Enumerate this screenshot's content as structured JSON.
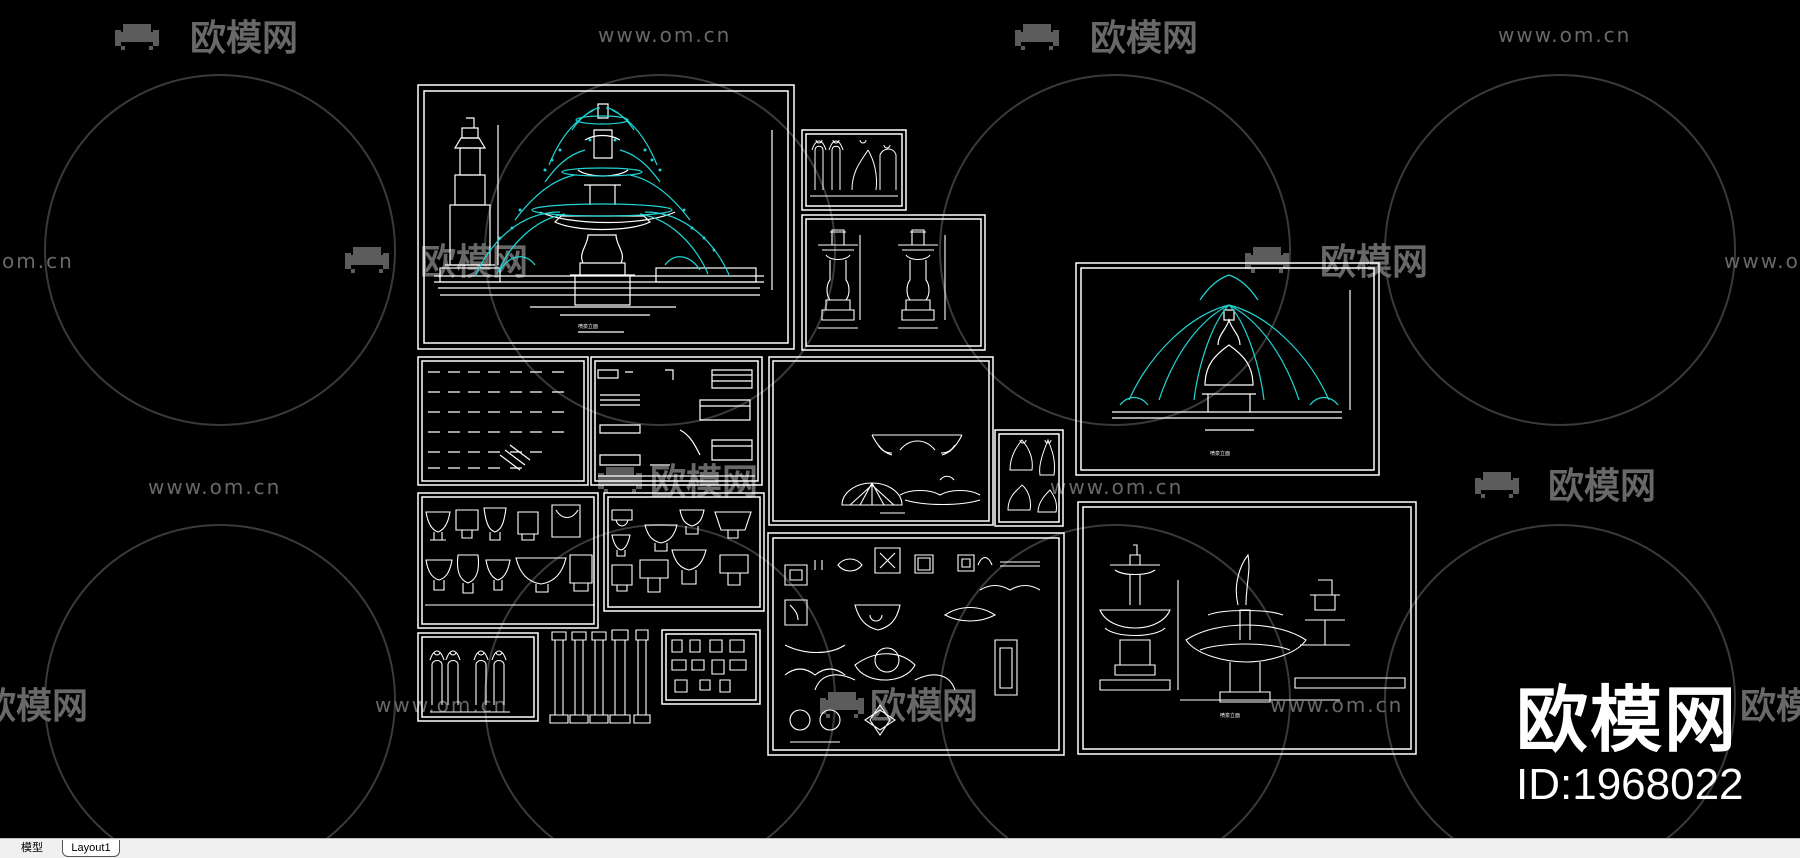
{
  "watermarks": {
    "brand": "欧模网",
    "url": "www.om.cn",
    "url_partial": "om.cn",
    "brand_partial": "欧模网"
  },
  "corner_brand": {
    "logo": "欧模网",
    "id": "ID:1968022"
  },
  "layout_tabs": [
    {
      "label": "模型"
    },
    {
      "label": "Layout1"
    }
  ],
  "colors": {
    "background": "#000000",
    "linework": "#ffffff",
    "water_jets": "#21d4d4",
    "watermark": "#6a6a6a",
    "tabbar": "#f0f0f0"
  }
}
